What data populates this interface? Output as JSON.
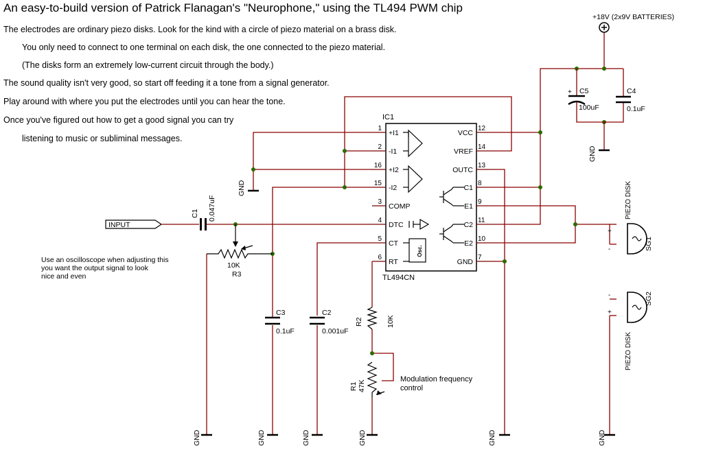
{
  "title": "An easy-to-build version of Patrick Flanagan's \"Neurophone,\" using the TL494 PWM chip",
  "notes": [
    "The electrodes are ordinary piezo disks. Look for the kind with a circle of piezo material on a brass disk.",
    "You only need to connect to one terminal on each disk, the one connected to the piezo material.",
    "(The disks form an extremely low-current circuit through the body.)",
    "The sound quality isn't very good, so start off feeding it a tone from a signal generator.",
    "Play around with where you put the electrodes until you can hear the tone.",
    "Once you've figured out how to get a good signal you can try",
    "listening to music or subliminal messages."
  ],
  "scope_note": [
    "Use an oscilloscope when adjusting this",
    "you want the output signal to look",
    "nice and even"
  ],
  "power_label": "+18V (2x9V BATTERIES)",
  "ic": {
    "ref": "IC1",
    "part": "TL494CN",
    "osc_label": "Osc.",
    "left_pins": [
      {
        "num": "1",
        "name": "+I1"
      },
      {
        "num": "2",
        "name": "-I1"
      },
      {
        "num": "16",
        "name": "+I2"
      },
      {
        "num": "15",
        "name": "-I2"
      },
      {
        "num": "3",
        "name": "COMP"
      },
      {
        "num": "4",
        "name": "DTC"
      },
      {
        "num": "5",
        "name": "CT"
      },
      {
        "num": "6",
        "name": "RT"
      }
    ],
    "right_pins": [
      {
        "num": "12",
        "name": "VCC"
      },
      {
        "num": "14",
        "name": "VREF"
      },
      {
        "num": "13",
        "name": "OUTC"
      },
      {
        "num": "8",
        "name": "C1"
      },
      {
        "num": "9",
        "name": "E1"
      },
      {
        "num": "11",
        "name": "C2"
      },
      {
        "num": "10",
        "name": "E2"
      },
      {
        "num": "7",
        "name": "GND"
      }
    ]
  },
  "components": {
    "input": "INPUT",
    "c1": {
      "ref": "C1",
      "value": "0.047uF"
    },
    "r3": {
      "ref": "R3",
      "value": "10K"
    },
    "c3": {
      "ref": "C3",
      "value": "0.1uF"
    },
    "c2": {
      "ref": "C2",
      "value": "0.001uF"
    },
    "r2": {
      "ref": "R2",
      "value": "10K"
    },
    "r1": {
      "ref": "R1",
      "value": "47K"
    },
    "c5": {
      "ref": "C5",
      "value": "100uF"
    },
    "c4": {
      "ref": "C4",
      "value": "0.1uF"
    },
    "sg1": {
      "ref": "SG1",
      "label": "PIEZO DISK"
    },
    "sg2": {
      "ref": "SG2",
      "label": "PIEZO DISK"
    },
    "plus": "+",
    "minus": "-",
    "modulation": [
      "Modulation frequency",
      "control"
    ]
  },
  "gnd_label": "GND"
}
